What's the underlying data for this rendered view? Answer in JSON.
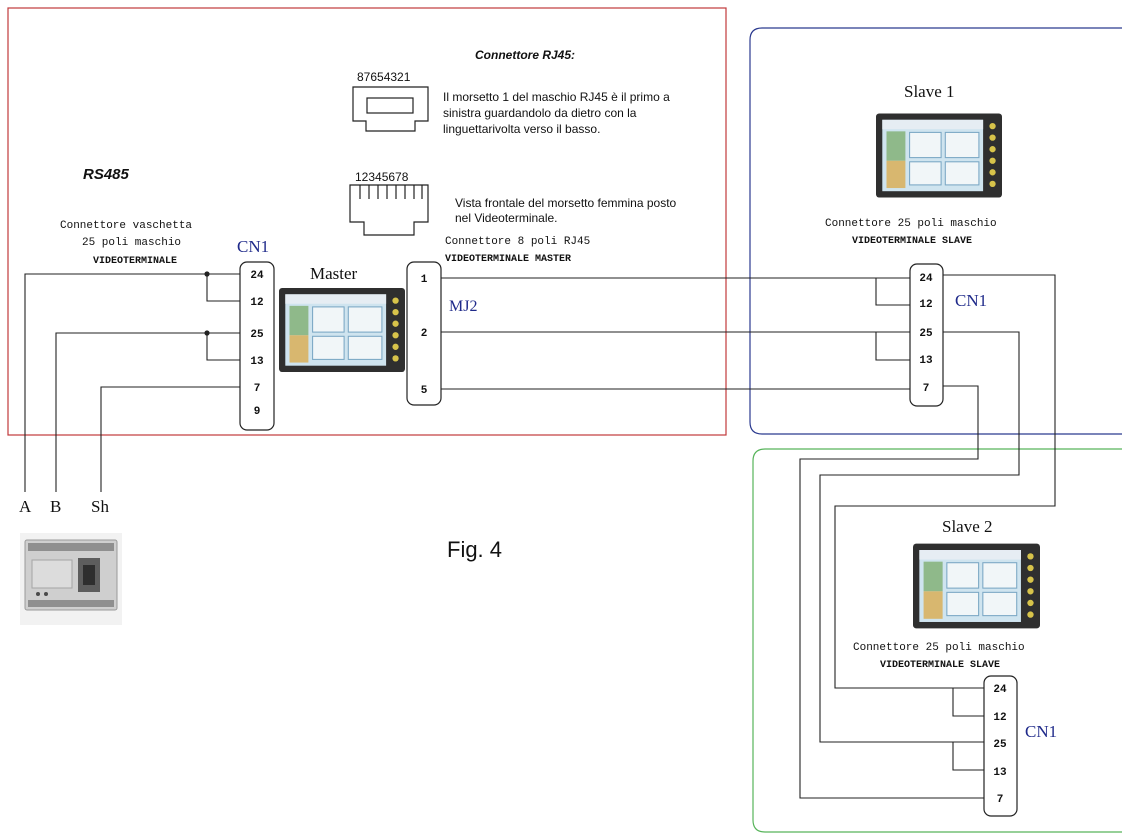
{
  "colors": {
    "master_frame": "#c0393b",
    "slave1_frame": "#2b3a8f",
    "slave2_frame": "#57b45a",
    "wire": "#222222",
    "connector_label": "#1f2a8a"
  },
  "rj45": {
    "title": "Connettore RJ45:",
    "male_pins": "87654321",
    "male_note_1": "Il morsetto 1 del maschio RJ45 è il primo a",
    "male_note_2": "sinistra guardandolo da dietro con la",
    "male_note_3": "linguettarivolta verso il basso.",
    "female_pins": "12345678",
    "female_note_1": "Vista frontale del morsetto femmina posto",
    "female_note_2": "nel Videoterminale."
  },
  "master": {
    "bus_label": "RS485",
    "cn1_desc_1": "Connettore vaschetta",
    "cn1_desc_2": "25 poli maschio",
    "cn1_desc_3": "VIDEOTERMINALE",
    "cn1_label": "CN1",
    "cn1_pins": [
      "24",
      "12",
      "25",
      "13",
      "7",
      "9"
    ],
    "device_label": "Master",
    "device_icon": "hmi-terminal-icon",
    "mj2_desc_1": "Connettore 8 poli RJ45",
    "mj2_desc_2": "VIDEOTERMINALE MASTER",
    "mj2_label": "MJ2",
    "mj2_pins": [
      "1",
      "2",
      "5"
    ]
  },
  "slave1": {
    "title": "Slave 1",
    "device_icon": "hmi-terminal-icon",
    "desc_1": "Connettore 25 poli maschio",
    "desc_2": "VIDEOTERMINALE SLAVE",
    "cn1_label": "CN1",
    "pins": [
      "24",
      "12",
      "25",
      "13",
      "7"
    ]
  },
  "slave2": {
    "title": "Slave 2",
    "device_icon": "hmi-terminal-icon",
    "desc_1": "Connettore 25 poli maschio",
    "desc_2": "VIDEOTERMINALE SLAVE",
    "cn1_label": "CN1",
    "pins": [
      "24",
      "12",
      "25",
      "13",
      "7"
    ]
  },
  "terminals": {
    "a": "A",
    "b": "B",
    "sh": "Sh",
    "module_icon": "din-rail-module-icon"
  },
  "figure_label": "Fig. 4"
}
